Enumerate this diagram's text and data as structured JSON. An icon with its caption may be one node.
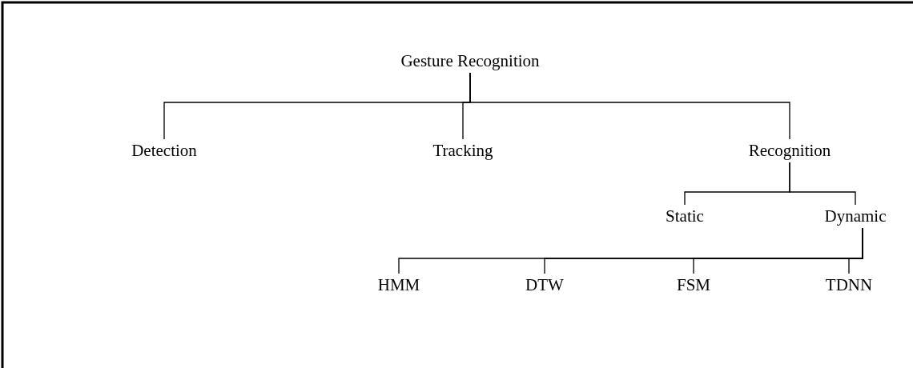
{
  "diagram": {
    "nodes": [
      {
        "text": [
          "Gesture Recognition"
        ]
      },
      {
        "text": [
          "Detection"
        ]
      },
      {
        "text": [
          "Tracking"
        ]
      },
      {
        "text": [
          "Recognition"
        ]
      },
      {
        "text": [
          "Static"
        ]
      },
      {
        "text": [
          "Dynamic"
        ]
      },
      {
        "text": [
          "HMM"
        ]
      },
      {
        "text": [
          "DTW"
        ]
      },
      {
        "text": [
          "FSM"
        ]
      },
      {
        "text": [
          "TDNN"
        ]
      }
    ],
    "edges": [
      {
        "from": 0,
        "to": 1,
        "arrow": "none"
      },
      {
        "from": 0,
        "to": 2,
        "arrow": "none"
      },
      {
        "from": 0,
        "to": 3,
        "arrow": "none"
      },
      {
        "from": 3,
        "to": 4,
        "arrow": "none"
      },
      {
        "from": 3,
        "to": 5,
        "arrow": "none"
      },
      {
        "from": 5,
        "to": 6,
        "arrow": "none"
      },
      {
        "from": 5,
        "to": 7,
        "arrow": "none"
      },
      {
        "from": 5,
        "to": 8,
        "arrow": "none"
      },
      {
        "from": 5,
        "to": 9,
        "arrow": "none"
      }
    ]
  }
}
